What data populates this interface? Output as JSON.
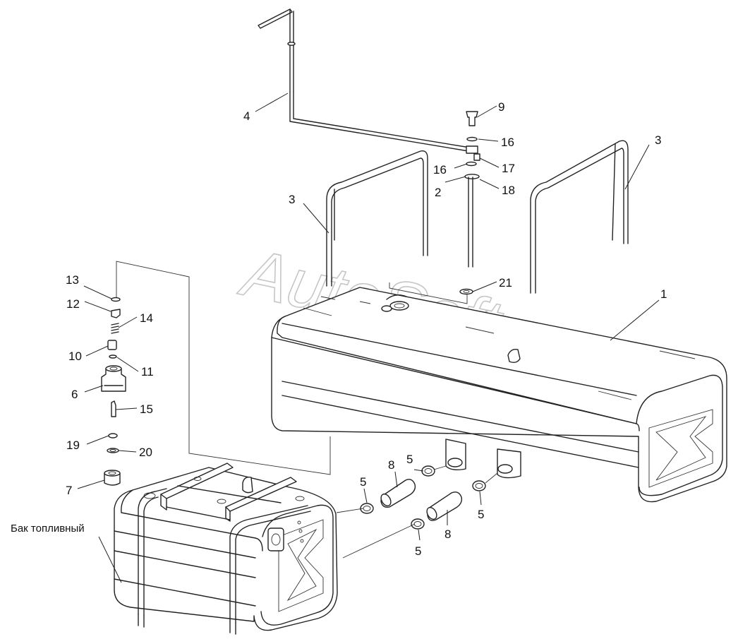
{
  "watermark": "AutoSoft",
  "caption": "Бак топливный",
  "callouts": [
    {
      "id": "c1",
      "text": "1"
    },
    {
      "id": "c2",
      "text": "2"
    },
    {
      "id": "c3a",
      "text": "3"
    },
    {
      "id": "c3b",
      "text": "3"
    },
    {
      "id": "c4",
      "text": "4"
    },
    {
      "id": "c5a",
      "text": "5"
    },
    {
      "id": "c5b",
      "text": "5"
    },
    {
      "id": "c5c",
      "text": "5"
    },
    {
      "id": "c5d",
      "text": "5"
    },
    {
      "id": "c6",
      "text": "6"
    },
    {
      "id": "c7",
      "text": "7"
    },
    {
      "id": "c8a",
      "text": "8"
    },
    {
      "id": "c8b",
      "text": "8"
    },
    {
      "id": "c9",
      "text": "9"
    },
    {
      "id": "c10",
      "text": "10"
    },
    {
      "id": "c11",
      "text": "11"
    },
    {
      "id": "c12",
      "text": "12"
    },
    {
      "id": "c13",
      "text": "13"
    },
    {
      "id": "c14",
      "text": "14"
    },
    {
      "id": "c15",
      "text": "15"
    },
    {
      "id": "c16a",
      "text": "16"
    },
    {
      "id": "c16b",
      "text": "16"
    },
    {
      "id": "c17",
      "text": "17"
    },
    {
      "id": "c18",
      "text": "18"
    },
    {
      "id": "c19",
      "text": "19"
    },
    {
      "id": "c20",
      "text": "20"
    },
    {
      "id": "c21",
      "text": "21"
    }
  ]
}
